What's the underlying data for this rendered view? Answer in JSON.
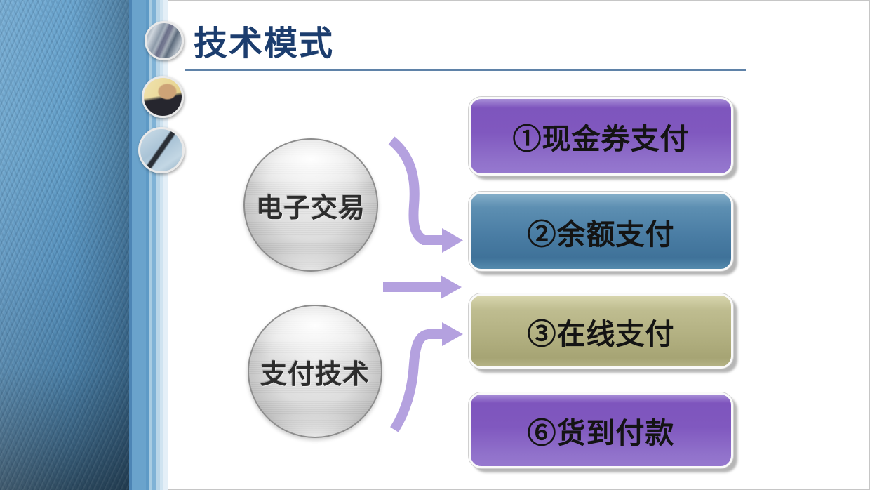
{
  "slide": {
    "title": "技术模式",
    "title_color": "#1c3d6e",
    "arrow_color": "#b4a1df",
    "sidebar_photos": [
      {
        "name": "pens-photo"
      },
      {
        "name": "businessman-photo"
      },
      {
        "name": "pen-on-paper-photo"
      }
    ],
    "nodes": [
      {
        "label": "电子交易"
      },
      {
        "label": "支付技术"
      }
    ],
    "boxes": [
      {
        "label": "①现金券支付",
        "color": "#8660c3"
      },
      {
        "label": "②余额支付",
        "color": "#4a7da4"
      },
      {
        "label": "③在线支付",
        "color": "#b1af80"
      },
      {
        "label": "⑥货到付款",
        "color": "#8660c3"
      }
    ]
  }
}
